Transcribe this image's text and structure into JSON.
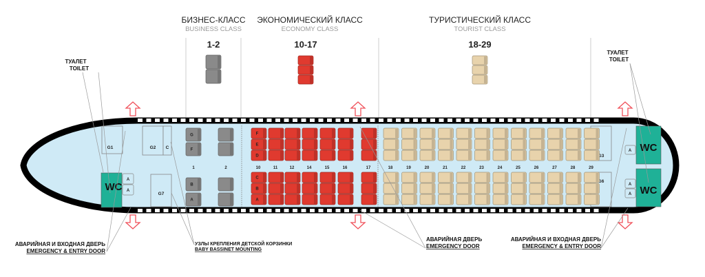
{
  "classes": [
    {
      "key": "business",
      "name_ru": "БИЗНЕС-КЛАСС",
      "name_en": "BUSINESS CLASS",
      "rows": "1-2",
      "color": "#8a8a8a"
    },
    {
      "key": "economy",
      "name_ru": "ЭКОНОМИЧЕСКИЙ КЛАСС",
      "name_en": "ECONOMY CLASS",
      "rows": "10-17",
      "color": "#e03a2f"
    },
    {
      "key": "tourist",
      "name_ru": "ТУРИСТИЧЕСКИЙ КЛАСС",
      "name_en": "TOURIST CLASS",
      "rows": "18-29",
      "color": "#e8d3ac"
    }
  ],
  "seat_map": {
    "business": {
      "rows": [
        "1",
        "2"
      ],
      "upper": [
        "G",
        "F"
      ],
      "lower": [
        "B",
        "A"
      ]
    },
    "economy": {
      "rows": [
        "10",
        "11",
        "12",
        "14",
        "15",
        "16",
        "17"
      ],
      "upper": [
        "F",
        "E",
        "D"
      ],
      "lower": [
        "C",
        "B",
        "A"
      ]
    },
    "tourist": {
      "rows": [
        "18",
        "19",
        "20",
        "21",
        "22",
        "23",
        "24",
        "25",
        "26",
        "27",
        "28",
        "29"
      ]
    }
  },
  "galleys": {
    "g1": "G1",
    "g2": "G2",
    "c": "C",
    "g7": "G7",
    "g3": "G3",
    "g6": "G6"
  },
  "attendant_seat": "A",
  "wc": "WC",
  "labels": {
    "toilet_left_ru": "ТУАЛЕТ",
    "toilet_left_en": "TOILET",
    "toilet_right_ru": "ТУАЛЕТ",
    "toilet_right_en": "TOILET",
    "entry_left_ru": "АВАРИЙНАЯ И ВХОДНАЯ ДВЕРЬ",
    "entry_left_en": "EMERGENCY & ENTRY DOOR",
    "bassinet_ru": "УЗЛЫ КРЕПЛЕНИЯ ДЕТСКОЙ КОРЗИНКИ",
    "bassinet_en": "BABY BASSINET MOUNTING",
    "emergency_ru": "АВАРИЙНАЯ ДВЕРЬ",
    "emergency_en": "EMERGENCY DOOR",
    "entry_right_ru": "АВАРИЙНАЯ И ВХОДНАЯ ДВЕРЬ",
    "entry_right_en": "EMERGENCY & ENTRY DOOR"
  },
  "colors": {
    "cabin": "#cfeaf6",
    "wc": "#1fb197",
    "arrow": "#f0505a"
  }
}
